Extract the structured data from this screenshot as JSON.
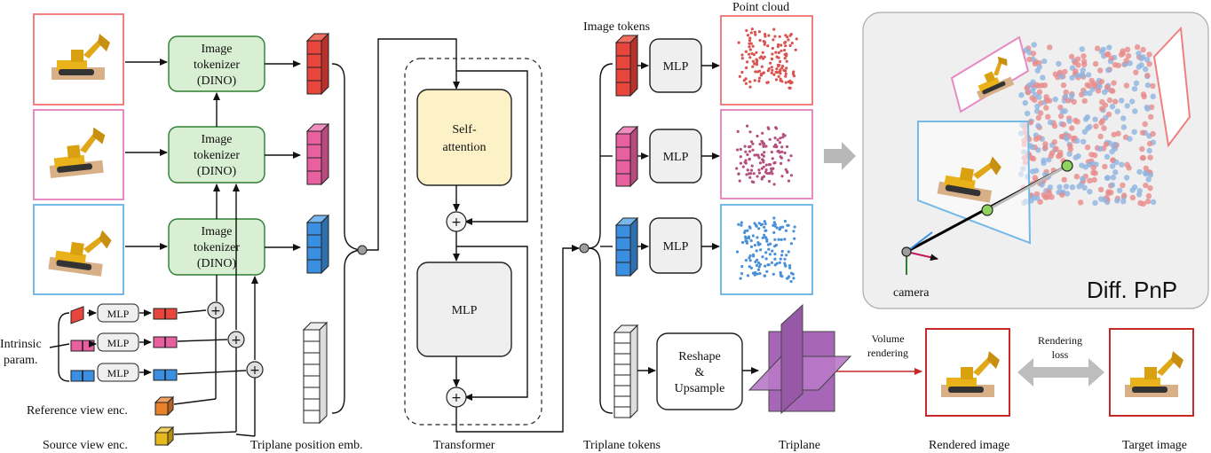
{
  "labels": {
    "image_tokenizer": [
      "Image",
      "tokenizer",
      "(DINO)"
    ],
    "self_attention": [
      "Self-",
      "attention"
    ],
    "mlp": "MLP",
    "reshape": [
      "Reshape",
      "&",
      "Upsample"
    ],
    "intrinsic": [
      "Intrinsic",
      "param."
    ],
    "reference_view_enc": "Reference view enc.",
    "source_view_enc": "Source view enc.",
    "triplane_position_emb": "Triplane position emb.",
    "transformer": "Transformer",
    "image_tokens": "Image tokens",
    "point_cloud": "Point cloud",
    "triplane_tokens": "Triplane tokens",
    "triplane": "Triplane",
    "volume_rendering": [
      "Volume",
      "rendering"
    ],
    "rendering_loss": [
      "Rendering",
      "loss"
    ],
    "rendered_image": "Rendered image",
    "target_image": "Target image",
    "camera": "camera",
    "diff_pnp": "Diff. PnP",
    "plus": "+"
  },
  "colors": {
    "view1": "#f08080",
    "view2": "#e78ac3",
    "view3": "#74b9e7",
    "token_red": "#e8463c",
    "token_pink": "#e8609f",
    "token_blue": "#3b8fe0",
    "token_orange": "#e8822a",
    "token_yellow": "#e8b820",
    "tokenizer_fill": "#d8efd3",
    "tokenizer_stroke": "#2e7d32",
    "self_attention_fill": "#fdf1c7",
    "mlp_fill": "#efefef",
    "triplane_fill": "#a866b8",
    "render_border": "#c62828",
    "pnp_bg": "#efefef"
  },
  "icons": [
    "excavator-image",
    "point-cloud-red",
    "point-cloud-pink",
    "point-cloud-blue",
    "camera-axes-icon",
    "triplane-planes-icon"
  ]
}
